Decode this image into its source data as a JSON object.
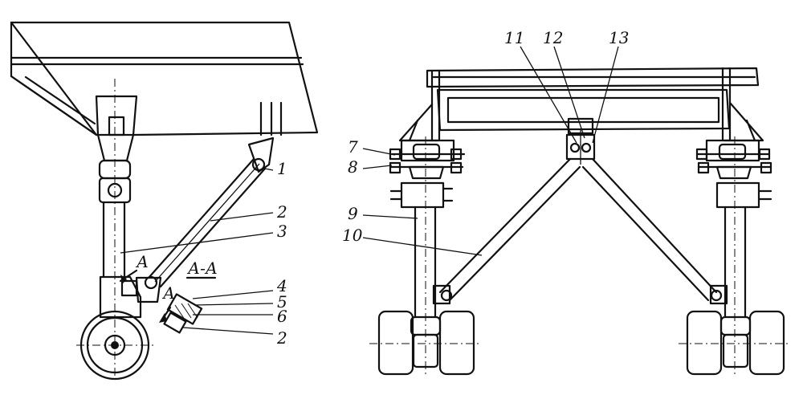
{
  "left_view": {
    "labels": [
      "1",
      "2",
      "3",
      "4",
      "5",
      "6",
      "2"
    ],
    "section_label": "А-А",
    "section_marks": [
      "А",
      "А"
    ]
  },
  "right_view": {
    "labels": [
      "7",
      "8",
      "9",
      "10",
      "11",
      "12",
      "13"
    ]
  }
}
